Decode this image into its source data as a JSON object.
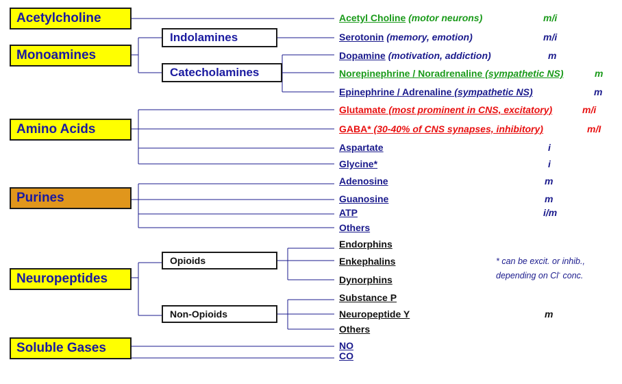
{
  "categories": [
    {
      "label": "Acetylcholine"
    },
    {
      "label": "Monoamines"
    },
    {
      "label": "Amino Acids"
    },
    {
      "label": "Purines"
    },
    {
      "label": "Neuropeptides"
    },
    {
      "label": "Soluble Gases"
    }
  ],
  "subcategories": [
    {
      "label": "Indolamines"
    },
    {
      "label": "Catecholamines"
    },
    {
      "label": "Opioids"
    },
    {
      "label": "Non-Opioids"
    }
  ],
  "items": [
    {
      "name": "Acetyl Choline",
      "desc": " (motor neurons)",
      "code": "m/i"
    },
    {
      "name": "Serotonin",
      "desc": " (memory, emotion)",
      "code": "m/i"
    },
    {
      "name": "Dopamine",
      "desc": " (motivation, addiction)",
      "code": "m"
    },
    {
      "name": "Norepinephrine / Noradrenaline",
      "desc": " (sympathetic NS)",
      "code": "m"
    },
    {
      "name": "Epinephrine / Adrenaline",
      "desc": "  (sympathetic NS)",
      "code": "m"
    },
    {
      "name": "Glutamate",
      "desc": " (most prominent in CNS, excitatory)",
      "code": "m/i"
    },
    {
      "name": "GABA*",
      "desc": "  (30-40% of CNS synapses, inhibitory)",
      "code": "m/I"
    },
    {
      "name": "Aspartate",
      "desc": "",
      "code": "i"
    },
    {
      "name": "Glycine*",
      "desc": "",
      "code": "i"
    },
    {
      "name": "Adenosine",
      "desc": "",
      "code": "m"
    },
    {
      "name": "Guanosine",
      "desc": "",
      "code": "m"
    },
    {
      "name": "ATP",
      "desc": "",
      "code": "i/m"
    },
    {
      "name": "Others",
      "desc": "",
      "code": ""
    },
    {
      "name": "Endorphins",
      "desc": "",
      "code": ""
    },
    {
      "name": "Enkephalins",
      "desc": "",
      "code": ""
    },
    {
      "name": "Dynorphins",
      "desc": "",
      "code": ""
    },
    {
      "name": "Substance P",
      "desc": "",
      "code": ""
    },
    {
      "name": "Neuropeptide Y",
      "desc": "",
      "code": "m"
    },
    {
      "name": "Others",
      "desc": "",
      "code": ""
    },
    {
      "name": "NO",
      "desc": "",
      "code": ""
    },
    {
      "name": "CO",
      "desc": "",
      "code": ""
    }
  ],
  "note": {
    "line1": "* can be excit. or inhib.,",
    "line2_prefix": "depending on Cl",
    "line2_sup": "-",
    "line2_suffix": " conc."
  },
  "colors": {
    "category_fill": "#ffff00",
    "purines_fill": "#e0961c",
    "line": "#1a1a8c",
    "blue_text": "#1a1a8c",
    "green_text": "#1a9a1a",
    "red_text": "#e81010"
  }
}
